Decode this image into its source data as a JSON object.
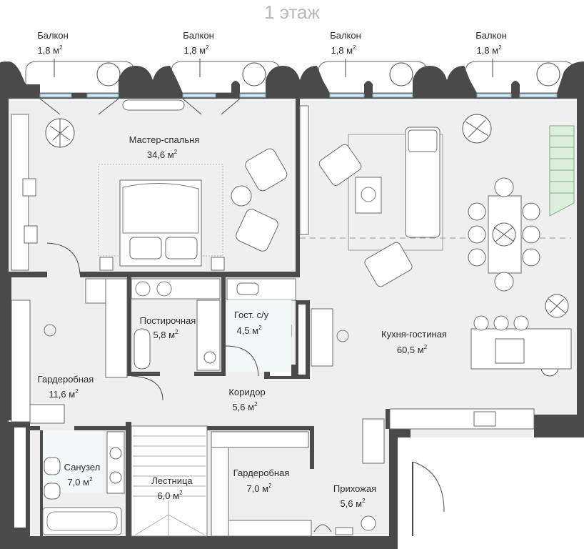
{
  "title": "1 этаж",
  "balconies": [
    {
      "name": "Балкон",
      "area": "1,8 м",
      "sup": "2"
    },
    {
      "name": "Балкон",
      "area": "1,8 м",
      "sup": "2"
    },
    {
      "name": "Балкон",
      "area": "1,8 м",
      "sup": "2"
    },
    {
      "name": "Балкон",
      "area": "1,8 м",
      "sup": "2"
    }
  ],
  "rooms": {
    "master": {
      "name": "Мастер-спальня",
      "area": "34,6 м",
      "sup": "2"
    },
    "laundry": {
      "name": "Постирочная",
      "area": "5,8 м",
      "sup": "2"
    },
    "guest_wc": {
      "name": "Гост. с/у",
      "area": "4,5 м",
      "sup": "2"
    },
    "kitchen": {
      "name": "Кухня-гостиная",
      "area": "60,5 м",
      "sup": "2"
    },
    "wardrobe_big": {
      "name": "Гардеробная",
      "area": "11,6 м",
      "sup": "2"
    },
    "corridor": {
      "name": "Коридор",
      "area": "5,6 м",
      "sup": "2"
    },
    "bathroom": {
      "name": "Санузел",
      "area": "7,0 м",
      "sup": "2"
    },
    "stairs": {
      "name": "Лестница",
      "area": "6,0 м",
      "sup": "2"
    },
    "wardrobe_small": {
      "name": "Гардеробная",
      "area": "7,0 м",
      "sup": "2"
    },
    "hall": {
      "name": "Прихожая",
      "area": "5,6 м",
      "sup": "2"
    }
  },
  "colors": {
    "wall": "#4a4a4a",
    "floor": "#efefef",
    "glass": "#cfe3ea",
    "stair_green": "#dcefdc",
    "title": "#b9b9b9"
  }
}
